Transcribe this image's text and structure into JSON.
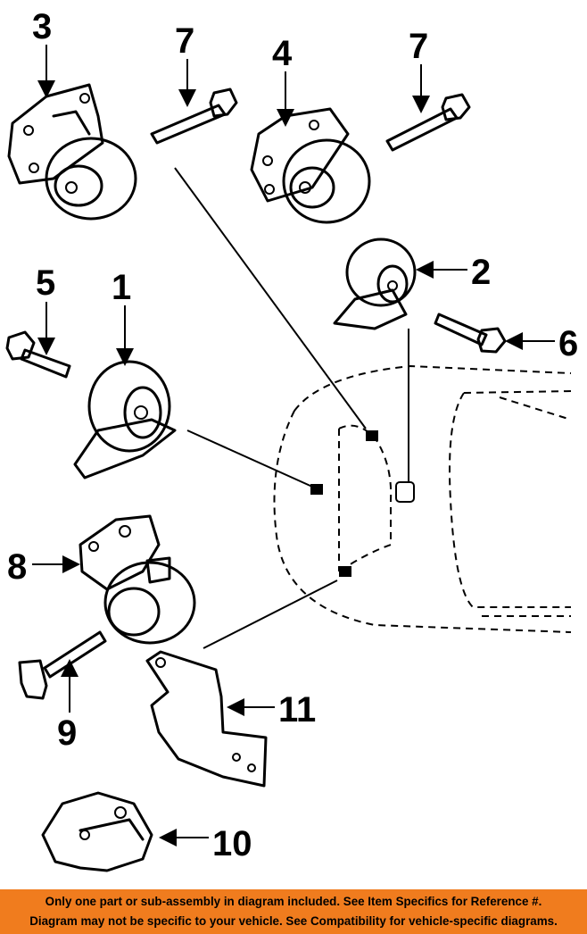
{
  "callouts": {
    "c1": "1",
    "c2": "2",
    "c3": "3",
    "c4": "4",
    "c5": "5",
    "c6": "6",
    "c7a": "7",
    "c7b": "7",
    "c8": "8",
    "c9": "9",
    "c10": "10",
    "c11": "11"
  },
  "banner": {
    "line1": "Only one part or sub-assembly in diagram included. See Item Specifics for Reference #.",
    "line2": "Diagram may not be specific to your vehicle. See Compatibility for vehicle-specific diagrams."
  },
  "colors": {
    "banner_bg": "#f07c1e",
    "ink": "#000000"
  }
}
